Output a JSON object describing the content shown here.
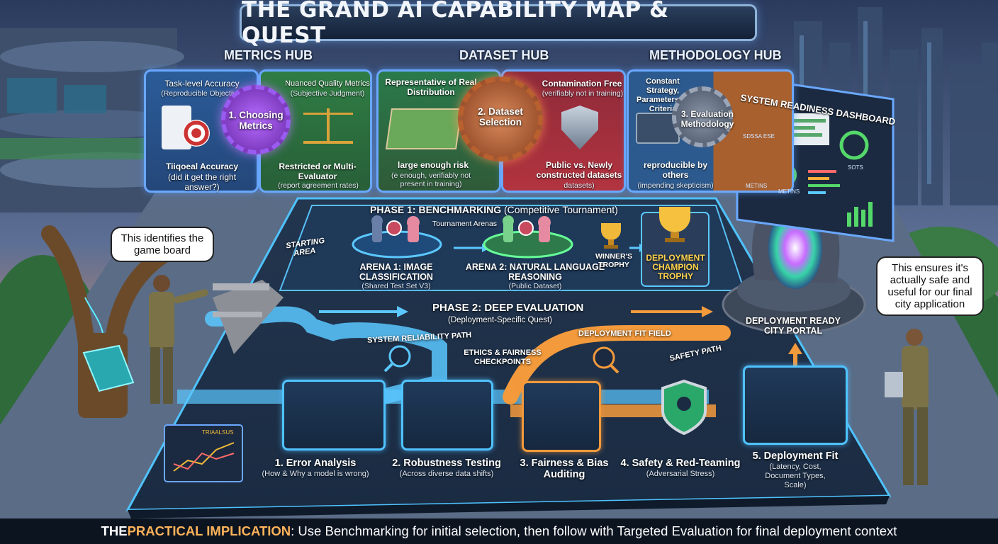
{
  "title": "THE GRAND AI CAPABILITY MAP & QUEST",
  "hubs": {
    "metrics": {
      "label": "METRICS HUB",
      "gear_label": "1. Choosing Metrics",
      "left_top": "Task-level Accuracy",
      "left_top_sub": "(Reproducible Objective)",
      "left_bottom": "Tiiqoeal Accuracy",
      "left_bottom_sub": "(did it get the right answer?)",
      "right_top": "Nuanced Quality Metrics",
      "right_top_sub": "(Subjective Judgment)",
      "right_bottom": "Restricted or Multi-Evaluator",
      "right_bottom_sub": "(report agreement rates)"
    },
    "dataset": {
      "label": "DATASET HUB",
      "gear_label": "2. Dataset Selection",
      "left_top": "Representative of Real Distribution",
      "left_bottom": "large enough risk",
      "left_bottom_sub": "(e enough, verifiably not present in training)",
      "right_top": "Contamination Free",
      "right_top_sub": "(verifiably not in training)",
      "right_bottom": "Public vs. Newly constructed datasets",
      "right_bottom_sub": "datasets)"
    },
    "methodology": {
      "label": "METHODOLOGY HUB",
      "gear_label": "3. Evaluation Methodology",
      "left_top": "Constant Strategy, Parameters, & Criteria",
      "left_bottom": "reproducible by others",
      "left_bottom_sub": "(impending skepticism)"
    }
  },
  "dashboard": {
    "title": "SYSTEM READINESS DASHBOARD",
    "gauge_labels": [
      "METINS",
      "METINS",
      "SOTS"
    ],
    "id_text": "SDSSA ESE"
  },
  "phase1": {
    "title": "PHASE 1: BENCHMARKING",
    "subtitle": "(Competitive Tournament)",
    "arenas_label": "Tournament Arenas",
    "starting_area": "STARTING AREA",
    "arena1_title": "ARENA 1: IMAGE CLASSIFICATION",
    "arena1_sub": "(Shared Test Set V3)",
    "arena2_title": "ARENA 2: NATURAL LANGUAGE REASONING",
    "arena2_sub": "(Public Dataset)",
    "winners_trophy": "WINNER'S TROPHY",
    "champion_trophy": "DEPLOYMENT CHAMPION TROPHY"
  },
  "phase2": {
    "title": "PHASE 2: DEEP EVALUATION",
    "subtitle": "(Deployment-Specific Quest)",
    "reliability_path": "SYSTEM RELIABILITY PATH",
    "fit_field": "DEPLOYMENT FIT FIELD",
    "safety_path": "SAFETY PATH",
    "ethics": "ETHICS & FAIRNESS CHECKPOINTS",
    "portal": "DEPLOYMENT READY CITY PORTAL",
    "minimap_label": "TRIAALSUS"
  },
  "steps": [
    {
      "title": "1. Error Analysis",
      "sub": "(How & Why a model is wrong)"
    },
    {
      "title": "2. Robustness Testing",
      "sub": "(Across diverse data shifts)"
    },
    {
      "title": "3. Fairness & Bias Auditing",
      "sub": ""
    },
    {
      "title": "4. Safety & Red-Teaming",
      "sub": "(Adversarial Stress)"
    },
    {
      "title": "5. Deployment Fit",
      "sub": "(Latency, Cost, Document Types, Scale)"
    }
  ],
  "bubbles": {
    "left": "This identifies the game board",
    "right": "This ensures it's actually safe and useful for our final city application"
  },
  "footer": {
    "lead": "THE ",
    "highlight": "PRACTICAL IMPLICATION",
    "rest": ": Use Benchmarking for initial selection, then follow with Targeted Evaluation for final deployment context"
  },
  "colors": {
    "metrics_panel": "#2a5fa0",
    "quality_panel": "#2e8a45",
    "contamination_panel": "#a83040",
    "methodology_panel": "#2f5a8c",
    "path_blue": "#5bc8ff",
    "path_orange": "#f39a3c",
    "accent_gold": "#ffb35a"
  }
}
